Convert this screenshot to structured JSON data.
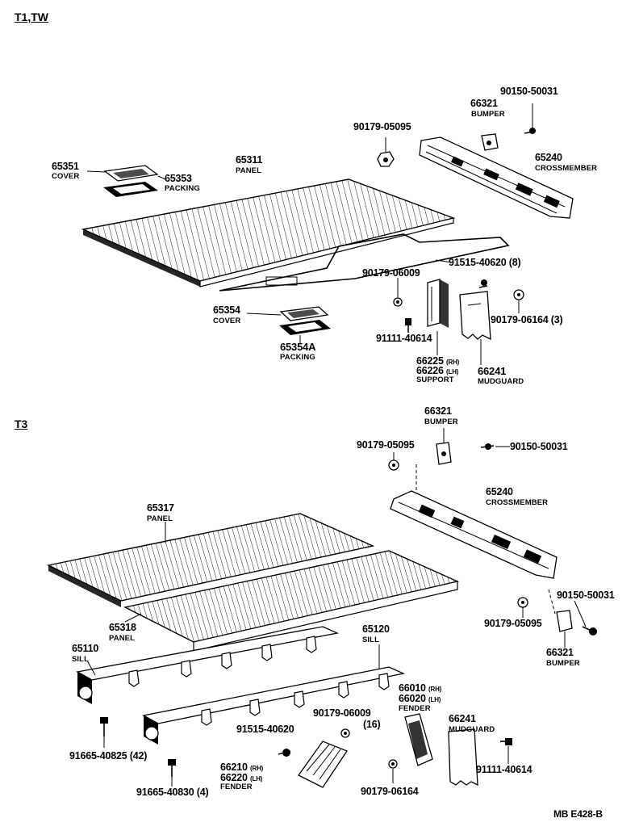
{
  "sections": {
    "top": "T1,TW",
    "bottom": "T3"
  },
  "top_labels": [
    {
      "num": "90150-50031",
      "name": ""
    },
    {
      "num": "66321",
      "name": "BUMPER"
    },
    {
      "num": "90179-05095",
      "name": ""
    },
    {
      "num": "65240",
      "name": "CROSSMEMBER"
    },
    {
      "num": "65351",
      "name": "COVER"
    },
    {
      "num": "65353",
      "name": "PACKING"
    },
    {
      "num": "65311",
      "name": "PANEL"
    },
    {
      "num": "91515-40620 (8)",
      "name": ""
    },
    {
      "num": "90179-06009",
      "name": ""
    },
    {
      "num": "65354",
      "name": "COVER"
    },
    {
      "num": "65354A",
      "name": "PACKING"
    },
    {
      "num": "90179-06164 (3)",
      "name": ""
    },
    {
      "num": "91111-40614",
      "name": ""
    },
    {
      "num": "66225",
      "suffix": "(RH)"
    },
    {
      "num": "66226",
      "suffix": "(LH)",
      "name": "SUPPORT"
    },
    {
      "num": "66241",
      "name": "MUDGUARD"
    }
  ],
  "bottom_labels": [
    {
      "num": "66321",
      "name": "BUMPER"
    },
    {
      "num": "90179-05095",
      "name": ""
    },
    {
      "num": "90150-50031",
      "name": ""
    },
    {
      "num": "65317",
      "name": "PANEL"
    },
    {
      "num": "65240",
      "name": "CROSSMEMBER"
    },
    {
      "num": "65318",
      "name": "PANEL"
    },
    {
      "num": "90150-50031",
      "name": ""
    },
    {
      "num": "90179-05095",
      "name": ""
    },
    {
      "num": "66321",
      "name": "BUMPER"
    },
    {
      "num": "65120",
      "name": "SILL"
    },
    {
      "num": "65110",
      "name": "SILL"
    },
    {
      "num": "66010",
      "suffix": "(RH)"
    },
    {
      "num": "66020",
      "suffix": "(LH)",
      "name": "FENDER"
    },
    {
      "num": "90179-06009",
      "name": "(16)"
    },
    {
      "num": "91515-40620",
      "name": ""
    },
    {
      "num": "66241",
      "name": "MUDGUARD"
    },
    {
      "num": "91665-40825 (42)",
      "name": ""
    },
    {
      "num": "66210",
      "suffix": "(RH)"
    },
    {
      "num": "66220",
      "suffix": "(LH)",
      "name": "FENDER"
    },
    {
      "num": "91111-40614",
      "name": ""
    },
    {
      "num": "91665-40830 (4)",
      "name": ""
    },
    {
      "num": "90179-06164",
      "name": ""
    }
  ],
  "footer": "MB  E428-B"
}
